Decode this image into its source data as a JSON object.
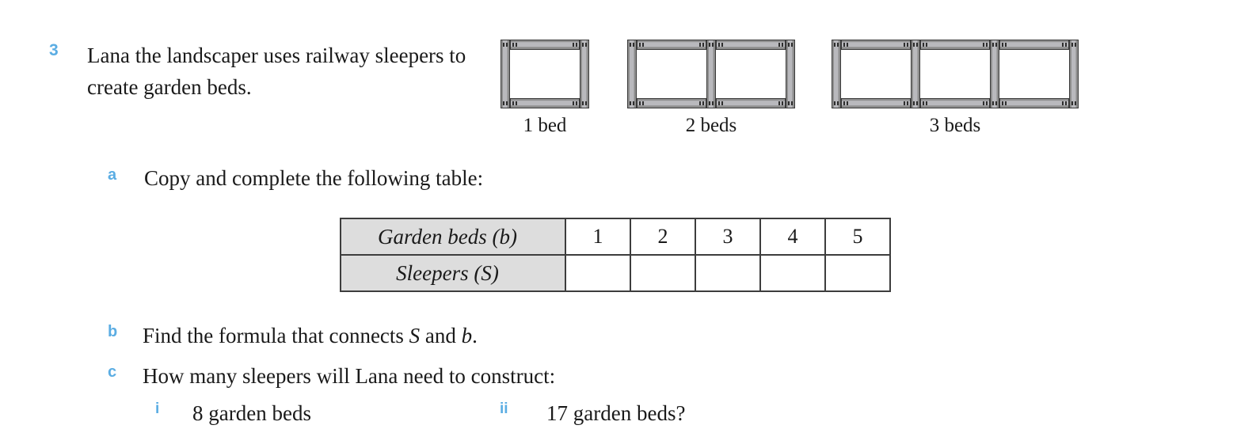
{
  "question": {
    "number": "3",
    "stem": "Lana the landscaper uses railway sleepers to create garden beds."
  },
  "figures": [
    {
      "caption": "1 bed",
      "beds": 1
    },
    {
      "caption": "2 beds",
      "beds": 2
    },
    {
      "caption": "3 beds",
      "beds": 3
    }
  ],
  "parts": {
    "a": {
      "label": "a",
      "text": "Copy and complete the following table:"
    },
    "b": {
      "label": "b",
      "text_pre": "Find the formula that connects ",
      "var1": "S",
      "text_mid": " and ",
      "var2": "b",
      "text_post": "."
    },
    "c": {
      "label": "c",
      "text": "How many sleepers will Lana need to construct:",
      "items": [
        {
          "label": "i",
          "text": "8 garden beds"
        },
        {
          "label": "ii",
          "text": "17 garden beds?"
        }
      ]
    }
  },
  "table": {
    "row_headers": [
      "Garden beds (b)",
      "Sleepers (S)"
    ],
    "beds_values": [
      "1",
      "2",
      "3",
      "4",
      "5"
    ],
    "sleepers_values": [
      "",
      "",
      "",
      "",
      ""
    ]
  },
  "colors": {
    "accent_blue": "#5BADE3",
    "header_fill": "#dddddd",
    "beam_light": "#b9b9bd",
    "beam_dark": "#8e8e8e",
    "outline": "#3a3a3a"
  }
}
